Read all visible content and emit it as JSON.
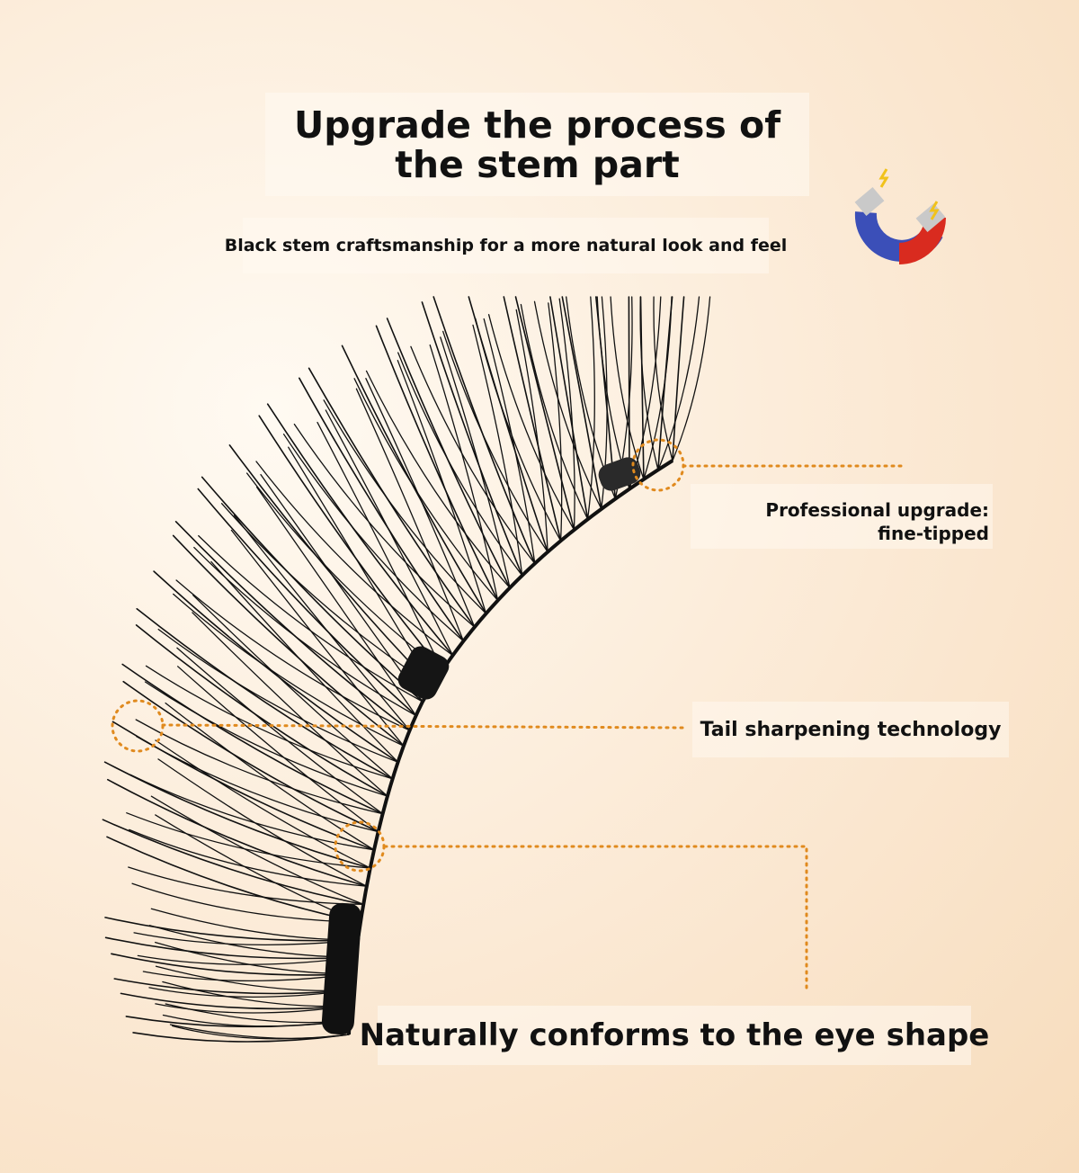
{
  "headline": "Upgrade the process of the stem part",
  "subheadline": "Black stem craftsmanship for a more natural look and feel",
  "callouts": {
    "fine_tipped": "Professional upgrade:\nfine-tipped",
    "tail": "Tail sharpening technology",
    "eye_shape": "Naturally conforms to the eye shape"
  },
  "icons": [
    "magnet-icon",
    "eyelash-illustration"
  ],
  "colors": {
    "accent": "#e08a1e",
    "magnet_blue": "#3b4fb8",
    "magnet_red": "#d92b1f",
    "lash": "#111111"
  }
}
